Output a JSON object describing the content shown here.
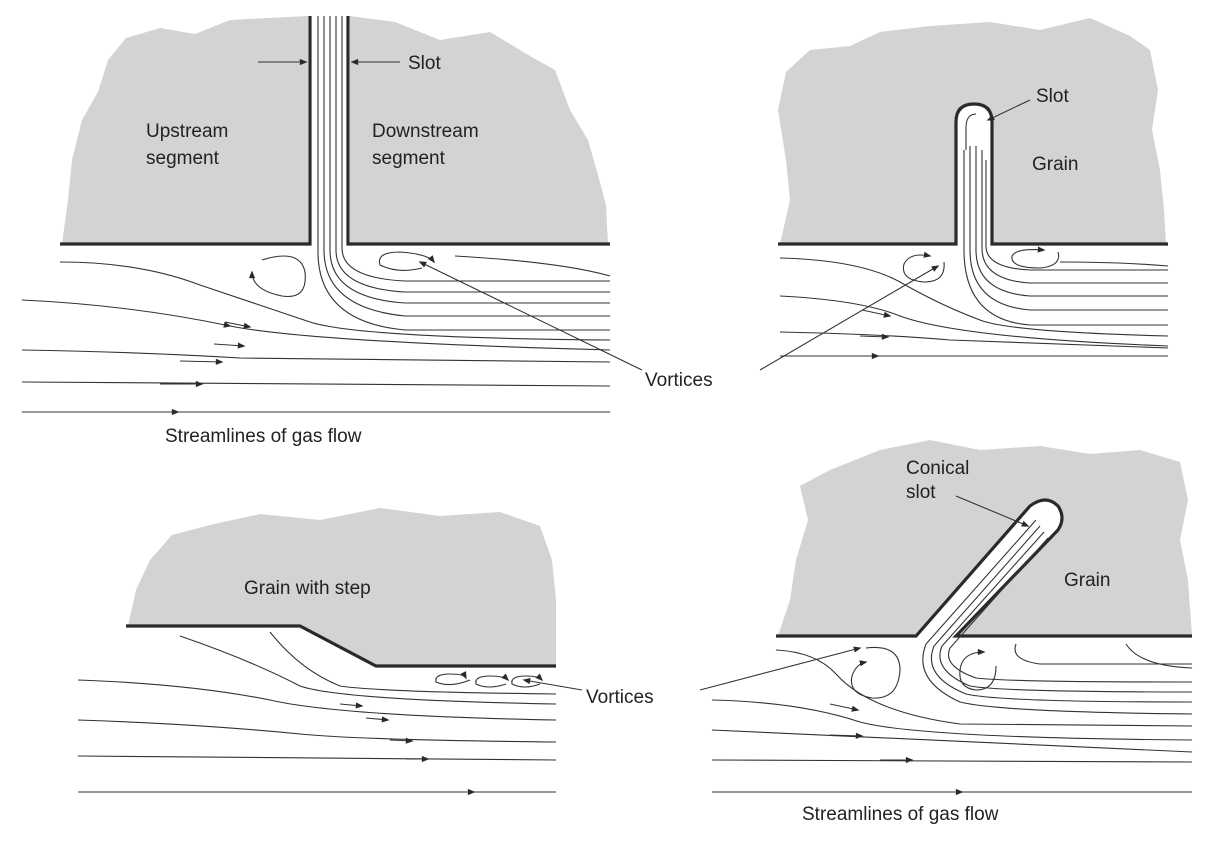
{
  "labels": {
    "p1_slot": "Slot",
    "p1_upstream": "Upstream\nsegment",
    "p1_downstream": "Downstream\nsegment",
    "p2_slot": "Slot",
    "p2_grain": "Grain",
    "vortices_top": "Vortices",
    "streamlines_top": "Streamlines of gas flow",
    "p3_grain_step": "Grain with step",
    "vortices_bottom": "Vortices",
    "p4_conical": "Conical\nslot",
    "p4_grain": "Grain",
    "streamlines_bottom": "Streamlines of gas flow"
  },
  "colors": {
    "grain_fill": "#d3d3d3",
    "line": "#2a2a2a",
    "background": "#ffffff"
  }
}
